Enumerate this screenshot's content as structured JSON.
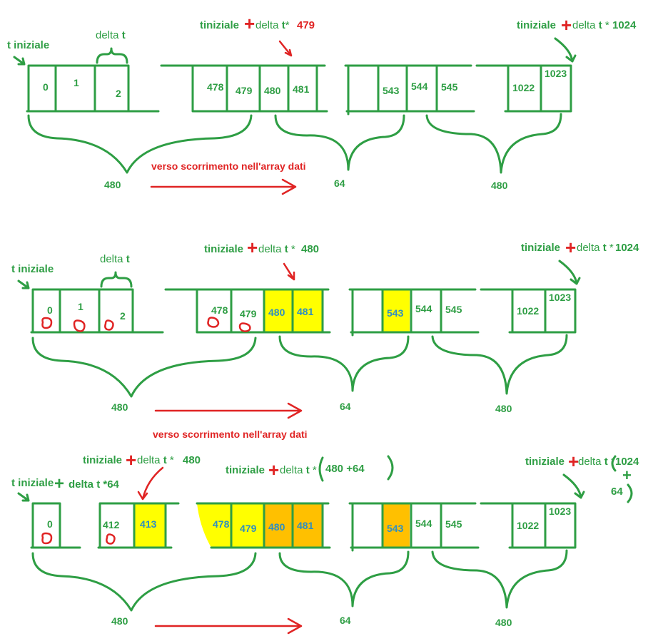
{
  "labels": {
    "t_iniziale": "t iniziale",
    "delta_t": "delta t",
    "plus": "+",
    "t_iniziale_prefix": "t",
    "iniziale": "iniziale",
    "delta_word": "delta",
    "t_bold": "t",
    "times": "*",
    "factor_479": "479",
    "factor_480": "480",
    "factor_1024": "1024",
    "factor_64": "64",
    "factor_480_64": "480  +64",
    "verso": "verso scorrimento  nell'array dati",
    "seg_480": "480",
    "seg_64": "64"
  },
  "rows": [
    {
      "cells_a": [
        "0",
        "1",
        "2"
      ],
      "cells_b": [
        "478",
        "479",
        "480",
        "481"
      ],
      "cells_c": [
        "543",
        "544",
        "545"
      ],
      "cells_d": [
        "1022",
        "1023"
      ]
    },
    {
      "cells_a": [
        "0",
        "1",
        "2"
      ],
      "cells_b": [
        "478",
        "479",
        "480",
        "481"
      ],
      "cells_c": [
        "543",
        "544",
        "545"
      ],
      "cells_d": [
        "1022",
        "1023"
      ]
    },
    {
      "cells_a": [
        "0"
      ],
      "cells_b": [
        "412",
        "413",
        "478",
        "479",
        "480",
        "481"
      ],
      "cells_c": [
        "543",
        "544",
        "545"
      ],
      "cells_d": [
        "1022",
        "1023"
      ]
    }
  ],
  "colors": {
    "green": "#2e9e44",
    "red": "#e02424",
    "yellow": "#ffff00",
    "orange": "#ffc000",
    "cyan_text": "#2f8fc0"
  }
}
